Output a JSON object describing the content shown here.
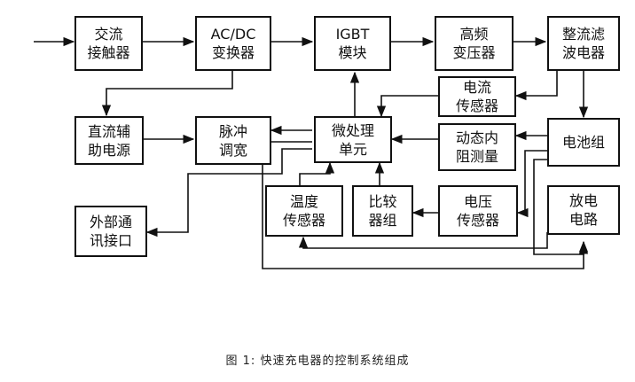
{
  "blocks": {
    "ac_contactor": "交流\n接触器",
    "acdc": "AC/DC\n变换器",
    "igbt": "IGBT\n模块",
    "hf_transformer": "高频\n变压器",
    "rect_filter": "整流滤\n波电器",
    "dc_aux": "直流辅\n助电源",
    "pwm": "脉冲\n调宽",
    "mcu": "微处理\n单元",
    "current_sensor": "电流\n传感器",
    "dyn_resistance": "动态内\n阻测量",
    "battery": "电池组",
    "temp_sensor": "温度\n传感器",
    "comparator": "比较\n器组",
    "voltage_sensor": "电压\n传感器",
    "discharge": "放电\n电路",
    "ext_comm": "外部通\n讯接口"
  },
  "caption": "图 1:  快速充电器的控制系统组成"
}
